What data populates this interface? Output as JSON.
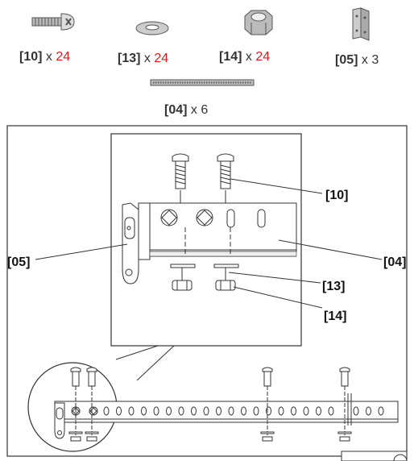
{
  "parts": [
    {
      "code": "[10]",
      "times": "x",
      "qty": "24",
      "qty_color": "#e1191f",
      "icon": "screw-icon"
    },
    {
      "code": "[13]",
      "times": "x",
      "qty": "24",
      "qty_color": "#e1191f",
      "icon": "washer-icon"
    },
    {
      "code": "[14]",
      "times": "x",
      "qty": "24",
      "qty_color": "#e1191f",
      "icon": "nut-icon"
    },
    {
      "code": "[05]",
      "times": "x",
      "qty": "3",
      "qty_color": "#333333",
      "icon": "bracket-icon"
    },
    {
      "code": "[04]",
      "times": "x",
      "qty": "6",
      "qty_color": "#333333",
      "icon": "rail-icon"
    }
  ],
  "callouts": {
    "c10": "[10]",
    "c05": "[05]",
    "c04": "[04]",
    "c13": "[13]",
    "c14": "[14]"
  }
}
